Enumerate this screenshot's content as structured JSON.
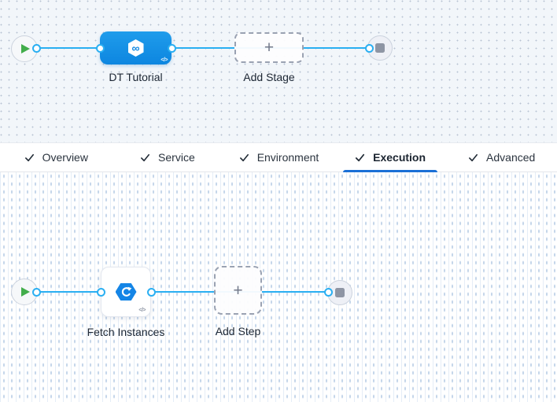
{
  "pipeline": {
    "stage_label": "DT Tutorial",
    "add_stage_label": "Add Stage"
  },
  "execution": {
    "step_label": "Fetch Instances",
    "add_step_label": "Add Step"
  },
  "tabs": {
    "items": [
      {
        "label": "Overview",
        "checked": true,
        "active": false
      },
      {
        "label": "Service",
        "checked": true,
        "active": false
      },
      {
        "label": "Environment",
        "checked": true,
        "active": false
      },
      {
        "label": "Execution",
        "checked": true,
        "active": true
      },
      {
        "label": "Advanced",
        "checked": true,
        "active": false
      }
    ]
  },
  "icons": {
    "plus": "+",
    "code": "</>",
    "infinity": "∞"
  },
  "colors": {
    "edgeBlue": "#2aaff2",
    "nodeBlue": "#0f8ae3",
    "underlineBlue": "#1b70d6",
    "playGreen": "#42ad4b",
    "stopGray": "#8e95a4",
    "hexBlue": "#1485e6",
    "canvasTopBg": "#f2f6fa"
  }
}
